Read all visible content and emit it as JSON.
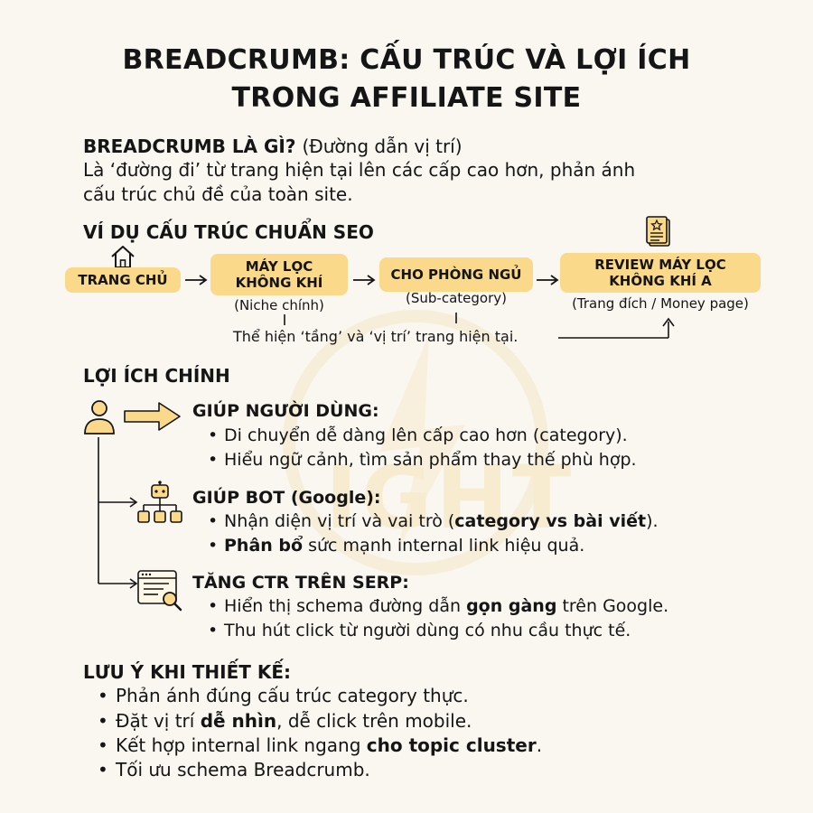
{
  "title_line1": "BREADCRUMB: CẤU TRÚC VÀ LỢI ÍCH",
  "title_line2": "TRONG AFFILIATE SITE",
  "definition": {
    "heading": "BREADCRUMB LÀ GÌ?",
    "heading_note": "(Đường dẫn vị trí)",
    "line1": "Là ‘đường đi’ từ trang hiện tại lên các cấp cao hơn, phản ánh",
    "line2": "cấu trúc chủ đề của toàn site."
  },
  "example": {
    "heading": "VÍ DỤ CẤU TRÚC CHUẨN SEO",
    "steps": [
      {
        "label": "TRANG CHỦ",
        "caption": "",
        "icon": "home-icon"
      },
      {
        "label_line1": "MÁY LỌC",
        "label_line2": "KHÔNG KHÍ",
        "caption": "(Niche chính)"
      },
      {
        "label": "CHO PHÒNG NGỦ",
        "caption": "(Sub-category)"
      },
      {
        "label_line1": "REVIEW MÁY LỌC",
        "label_line2": "KHÔNG KHÍ A",
        "caption": "(Trang đích / Money page)",
        "icon": "document-star-icon"
      }
    ],
    "note": "Thể hiện ‘tầng’ và ‘vị trí’ trang hiện tại."
  },
  "benefits": {
    "heading": "LỢI ÍCH CHÍNH",
    "items": [
      {
        "icon": "user-icon",
        "title": "GIÚP NGƯỜI DÙNG:",
        "bullets": [
          "Di chuyển dễ dàng lên cấp cao hơn (category).",
          "Hiểu ngữ cảnh, tìm sản phẩm thay thế phù hợp."
        ]
      },
      {
        "icon": "robot-sitemap-icon",
        "title": "GIÚP BOT (Google):",
        "bullet1_pre": "Nhận diện vị trí và vai trò (",
        "bullet1_bold": "category vs bài viết",
        "bullet1_post": ").",
        "bullet2_bold": "Phân bổ",
        "bullet2_post": " sức mạnh internal link hiệu quả."
      },
      {
        "icon": "browser-search-icon",
        "title": "TĂNG CTR TRÊN SERP:",
        "bullet1_pre": "Hiển thị schema đường dẫn ",
        "bullet1_bold": "gọn gàng",
        "bullet1_post": " trên Google.",
        "bullet2": "Thu hút click từ người dùng có nhu cầu thực tế."
      }
    ]
  },
  "tips": {
    "heading": "LƯU Ý KHI THIẾT KẾ:",
    "t1": "Phản ánh đúng cấu trúc category thực.",
    "t2_pre": "Đặt vị trí ",
    "t2_bold": "dễ nhìn",
    "t2_post": ", dễ click trên mobile.",
    "t3_pre": "Kết hợp internal link ngang ",
    "t3_bold": "cho topic cluster",
    "t3_post": ".",
    "t4": "Tối ưu schema Breadcrumb."
  },
  "watermark_text": "IGHT",
  "colors": {
    "accent": "#fbd98a",
    "arrow_fill": "#fbd98a",
    "ink": "#151515",
    "background": "#faf7f1"
  }
}
